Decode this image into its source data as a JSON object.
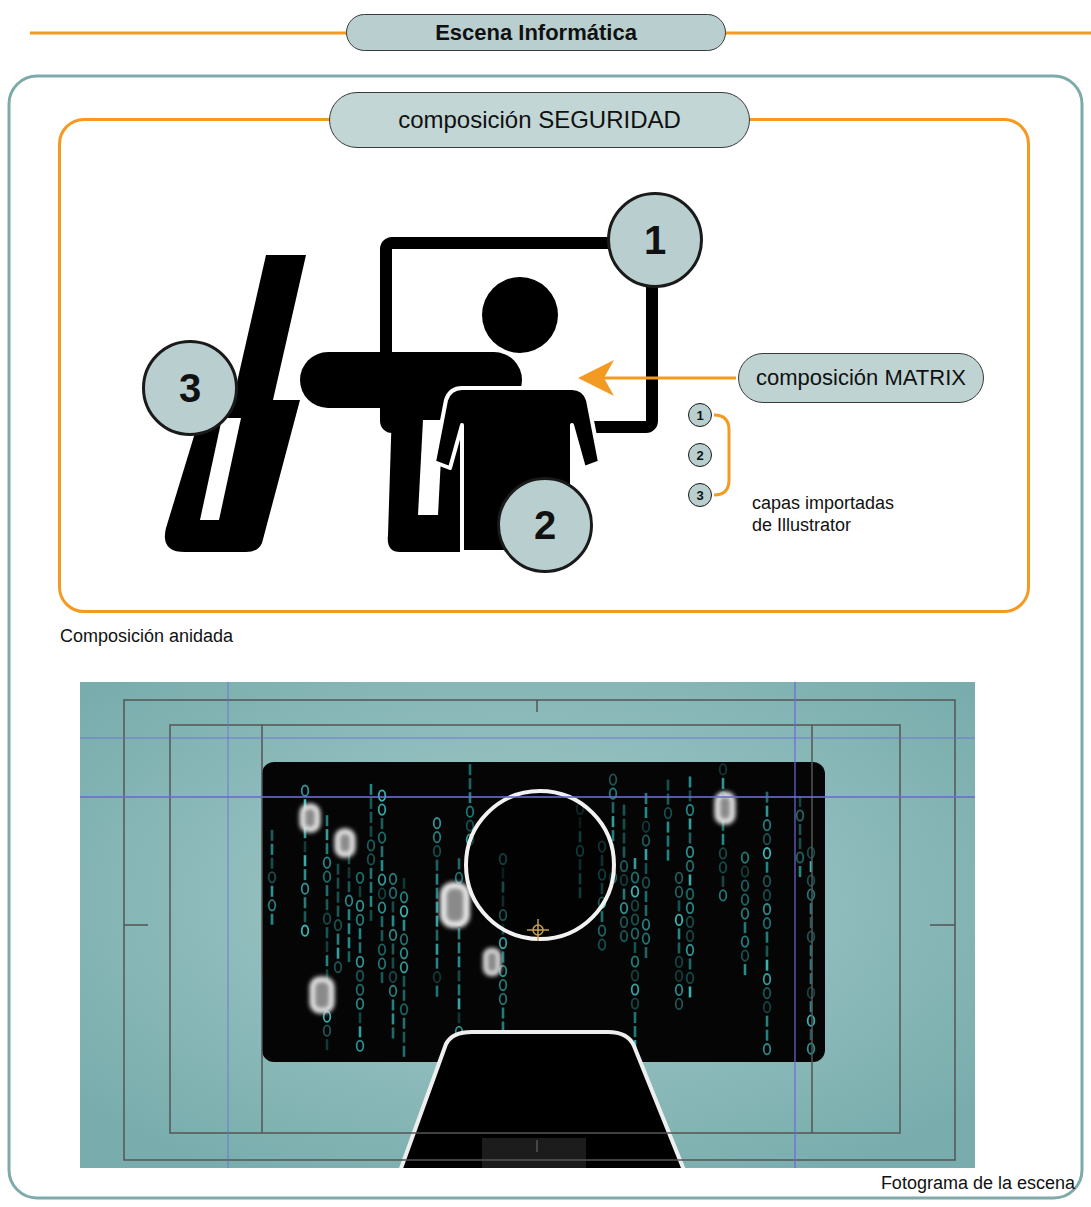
{
  "diagram": {
    "title": "Escena Informática",
    "nodes": [
      {
        "text": [
          "composición SEGURIDAD"
        ]
      },
      {
        "text": [
          "1"
        ],
        "in": 0
      },
      {
        "text": [
          "composición MATRIX"
        ],
        "in": 0
      },
      {
        "text": [
          "3"
        ],
        "in": 0
      },
      {
        "text": [
          "2"
        ],
        "in": 0
      },
      {
        "text": [
          "1"
        ],
        "in": 0
      },
      {
        "text": [
          "2"
        ],
        "in": 0
      },
      {
        "text": [
          "3"
        ],
        "in": 0
      }
    ],
    "labels": [
      "capas importadas de Illustrator",
      "Composición anidada",
      "Fotograma de la escena"
    ]
  }
}
